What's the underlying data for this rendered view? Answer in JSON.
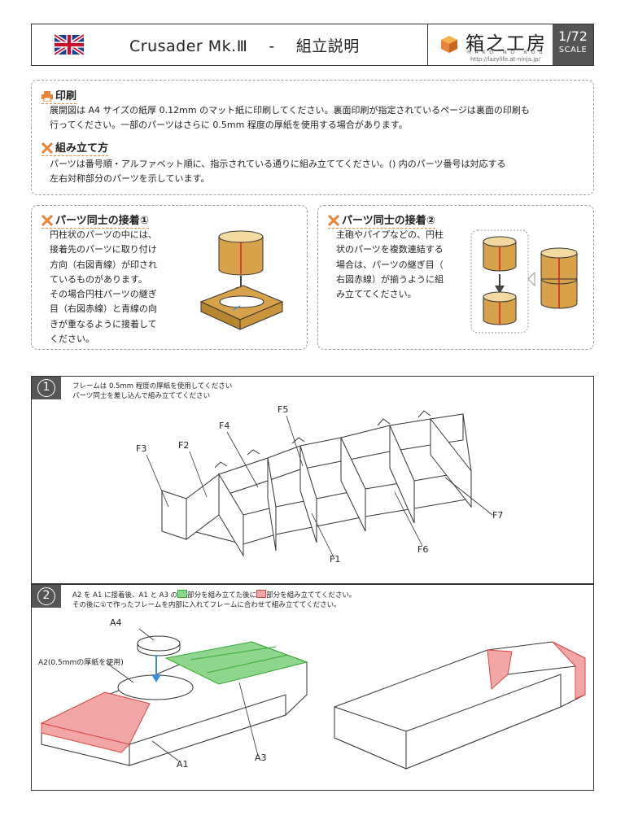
{
  "header": {
    "title": "Crusader Mk.Ⅲ　 -　 組立説明",
    "logo_text": "箱之工房",
    "logo_reading": "HAKO NO KOU BOU",
    "logo_url": "http://lazylife.at-ninja.jp/",
    "scale_value": "1/72",
    "scale_label": "SCALE"
  },
  "colors": {
    "accent": "#e8833a",
    "header_gray": "#555555",
    "paper_tan": "#d8a24a",
    "green_area": "#8ed68e",
    "red_area": "#f2a6a6",
    "blue_line": "#3a8fd4",
    "red_line": "#d22222"
  },
  "intro": {
    "print_heading": "印刷",
    "print_lines": [
      "展開図は A4 サイズの紙厚 0.12mm のマット紙に印刷してください。裏面印刷が指定されているページは裏面の印刷も",
      "行ってください。一部のパーツはさらに 0.5mm 程度の厚紙を使用する場合があります。"
    ],
    "assembly_heading": "組み立て方",
    "assembly_lines": [
      "パーツは番号順・アルファベット順に、指示されている通りに組み立ててください。() 内のパーツ番号は対応する",
      "左右対称部分のパーツを示しています。"
    ]
  },
  "tip1": {
    "heading": "パーツ同士の接着①",
    "lines": [
      "円柱状のパーツの中には、",
      "接着先のパーツに取り付け",
      "方向（右図青線）が印され",
      "ているものがあります。",
      "その場合円柱パーツの継ぎ",
      "目（右図赤線）と青線の向",
      "きが重なるように接着して",
      "ください。"
    ]
  },
  "tip2": {
    "heading": "パーツ同士の接着②",
    "lines": [
      "主砲やパイプなどの、円柱",
      "状のパーツを複数連結する",
      "場合は、パーツの継ぎ目（",
      "右図赤線）が揃うように組",
      "み立ててください。"
    ]
  },
  "step1": {
    "number": "1",
    "notes": [
      "フレームは 0.5mm 程度の厚紙を使用してください",
      "パーツ同士を差し込んで組み立ててください"
    ],
    "labels": {
      "f1": "F1",
      "f2": "F2",
      "f3": "F3",
      "f4": "F4",
      "f5": "F5",
      "f6": "F6",
      "f7": "F7"
    }
  },
  "step2": {
    "number": "2",
    "note1_pre": "A2 を A1 に接着後、A1 と A3 の",
    "note1_mid": "部分を組み立てた後に",
    "note1_post": "部分を組み立ててください。",
    "note2": "その後に①で作ったフレームを内部に入れてフレームに合わせて組み立ててください。",
    "labels": {
      "a1": "A1",
      "a2": "A2(0.5mmの厚紙を使用)",
      "a3": "A3",
      "a4": "A4"
    }
  }
}
